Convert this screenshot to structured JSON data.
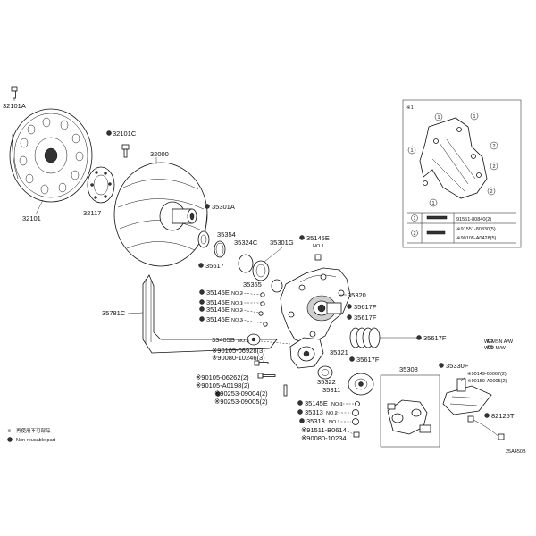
{
  "labels": {
    "l32101A": "32101A",
    "l32101C": "32101C",
    "l32000": "32000",
    "l32101": "32101",
    "l32117": "32117",
    "l35301A": "35301A",
    "l35354": "35354",
    "l35324C": "35324C",
    "l35301G": "35301G",
    "l35145E_top": "35145E",
    "l35145E_top_note": "NO.1",
    "l35617_a": "35617",
    "l35355": "35355",
    "l35781C": "35781C",
    "l35145E_1": "35145E",
    "l35145E_1_note": "NO.2",
    "l35145E_2": "35145E",
    "l35145E_2_note": "NO.1",
    "l35145E_3": "35145E",
    "l35145E_3_note": "NO.2",
    "l35145E_4": "35145E",
    "l35145E_4_note": "NO.3",
    "l35320": "35320",
    "l35617F_1": "35617F",
    "l35617F_2": "35617F",
    "l35617F_3": "35617F",
    "l35617F_4": "35617F",
    "l33405B": "33405B",
    "l33405B_note": "NO.3",
    "l90105_06928": "※90105-06928(3)",
    "l90080_10246": "※90080-10246(3)",
    "l35321": "35321",
    "l35322": "35322",
    "l35311": "35311",
    "l35308": "35308",
    "l35330F": "35330F",
    "l90105_06262": "※90105-06262(2)",
    "l90105_A0198": "※90105-A0198(2)",
    "l90253_09004": "※90253-09004(2)",
    "l90253_09005": "※90253-09005(2)",
    "l35145E_5": "35145E",
    "l35145E_5_note": "NO.1",
    "l35313_1": "35313",
    "l35313_1_note": "NO.2",
    "l35313_2": "35313",
    "l35313_2_note": "NO.1",
    "l91511_B0614": "※91511-B0614",
    "l90080_10234": "※90080-10234",
    "l90149_60067": "※90149-60067(2)",
    "l90159_A0005": "※90159-A0005(2)",
    "l82125T": "82125T"
  },
  "legend": {
    "reuse_jp": "再使用不可部品",
    "reuse_en": "Non-reusable part"
  },
  "inset": {
    "title": "※1",
    "callouts": [
      "1",
      "1",
      "1",
      "2",
      "1",
      "2",
      "2"
    ],
    "rows": [
      {
        "num": "1",
        "part": "91551-80840(2)"
      },
      {
        "num": "2",
        "part": "※91551-80830(5)",
        "part2": "※90105-A0428(5)"
      }
    ]
  },
  "notes": {
    "w_msn_aw": "W/ MSN A/W",
    "w_o_msn": "W/O M/W"
  },
  "figure_code": "25A450B"
}
